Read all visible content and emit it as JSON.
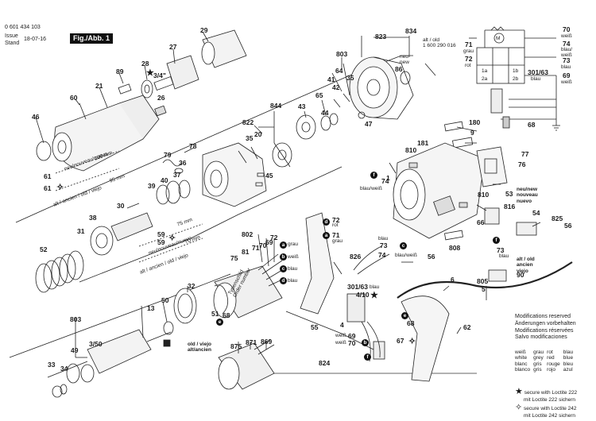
{
  "header": {
    "doc_number": "0 601 434 103",
    "issue_label": "Issue",
    "issue_date": "18-07-16",
    "stand_label": "Stand",
    "fig_tag": "Fig./Abb. 1"
  },
  "part_numbers": {
    "p29": "29",
    "p27": "27",
    "p28": "28",
    "p26": "26",
    "p89": "89",
    "p21": "21",
    "p60": "60",
    "p46": "46",
    "p78": "78",
    "p79": "79",
    "p36": "36",
    "p39": "39",
    "p40": "40",
    "p37": "37",
    "p30": "30",
    "p31": "31",
    "p52": "52",
    "p38": "38",
    "p822": "822",
    "p35": "35",
    "p20": "20",
    "p45": "45",
    "p844": "844",
    "p43": "43",
    "p65": "65",
    "p44": "44",
    "p823": "823",
    "p834": "834",
    "p803a": "803",
    "p42": "42",
    "p41": "41",
    "p64": "64",
    "p35b": "35",
    "p86": "86",
    "p47": "47",
    "p180": "180",
    "p9": "9",
    "p181": "181",
    "p810a": "810",
    "p1": "1",
    "p77": "77",
    "p76": "76",
    "p810b": "810",
    "p53": "53",
    "p816": "816",
    "p54": "54",
    "p825": "825",
    "p56a": "56",
    "p66": "66",
    "p808": "808",
    "p73b": "73",
    "p90": "90",
    "p6": "6",
    "p805": "805",
    "p5": "5",
    "p62": "62",
    "p802": "802",
    "p75": "75",
    "p81": "81",
    "p71a": "71",
    "p70a": "70",
    "p69a": "69",
    "p72a": "72",
    "p32": "32",
    "p51": "51",
    "p68a": "68",
    "p55": "55",
    "p826": "826",
    "p56b": "56",
    "p4": "4",
    "p67": "67",
    "p824": "824",
    "p13": "13",
    "p50": "50",
    "p803b": "803",
    "p49": "49",
    "p33": "33",
    "p34": "34",
    "p875": "875",
    "p871": "871",
    "p869": "869",
    "p61a": "61",
    "p61b": "61",
    "p59a": "59",
    "p59b": "59",
    "p73a": "73",
    "p72b": "72",
    "p71b": "71",
    "p68b": "68"
  },
  "labels": {
    "a_grau": "grau",
    "b_weiss": "weiß",
    "c_blau": "blau",
    "d_blau": "blau",
    "blau_weiss": "blau/weiß",
    "rot": "rot",
    "grau2": "grau",
    "blau2": "blau",
    "blau_weiss2": "blau/weiß",
    "blau3": "blau",
    "weiss_69": "weiß",
    "weiss_70": "weiß",
    "plate_p1": "Typenschild",
    "plate_p2": "Order number",
    "new_p1": "neu/new",
    "new_p2": "nouveau",
    "new_p3": "nuevo",
    "old_p1": "alt / old",
    "old_p2": "ancien",
    "old_p3": "viejo",
    "altold_p1": "alt / old",
    "altold_p2": "1 600 290 016",
    "neu_new_p1": "neu",
    "neu_new_p2": "new",
    "oldviejo_p1": "old / viejo",
    "oldviejo_p2": "alt/ancien",
    "dim_new_100": "100 mm",
    "dim_old_95": "95 mm",
    "dim_new_75": "75 mm",
    "dim_old_70": "70 mm",
    "dim_new_prefix": "neu/nouveau/nuevo",
    "dim_old_prefix": "alt / ancien / old / viejo",
    "thread_34": "3/4\"",
    "thread_350": "3/50",
    "label_410": "4/10",
    "label_30163": "301/63",
    "label_30163_blau": "blau"
  },
  "schematic": {
    "w70": "70",
    "w70_c": "weiß",
    "w74": "74",
    "w74_c": "blau/",
    "w74_c2": "weiß",
    "w71": "71",
    "w71_c": "grau",
    "w72": "72",
    "w72_c": "rot",
    "w73": "73",
    "w73_c": "blau",
    "w69": "69",
    "w69_c": "weiß",
    "sw_label": "301/63",
    "sw_label_c": "blau",
    "w68": "68",
    "pins": [
      "1a",
      "1b",
      "2a",
      "2b"
    ],
    "motor": "M"
  },
  "notes": {
    "lines": [
      "Modifications reserved",
      "Änderungen vorbehalten",
      "Modifications réservées",
      "Salvo modificaciones"
    ]
  },
  "color_key": [
    [
      "weiß",
      "grau",
      "rot",
      "blau"
    ],
    [
      "white",
      "grey",
      "red",
      "blue"
    ],
    [
      "blanc",
      "gris",
      "rouge",
      "bleu"
    ],
    [
      "blanco",
      "gris",
      "rojo",
      "azul"
    ]
  ],
  "loctite": {
    "l222_a": "secure with Loctite 222",
    "l222_b": "mit Loctite 222 sichern",
    "l242_a": "secure with Loctite 242",
    "l242_b": "mit Loctite 242 sichern"
  },
  "badges": {
    "a": "a",
    "b": "b",
    "c": "c",
    "d": "d",
    "e": "e",
    "f": "f"
  },
  "symbols": {
    "star": "★",
    "diamond": "✧"
  }
}
